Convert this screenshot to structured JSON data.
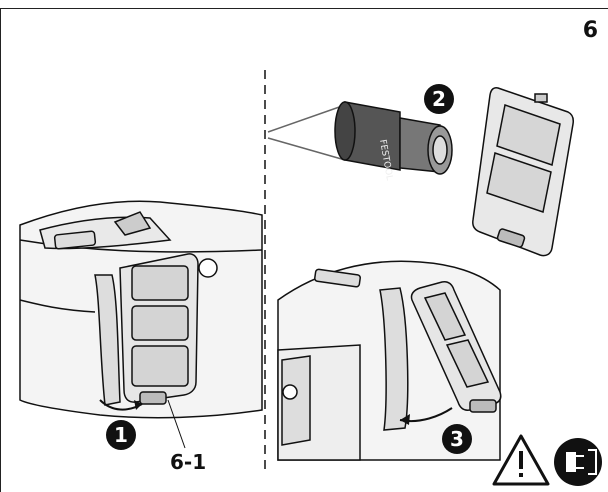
{
  "page_number": "6",
  "figure_label": "6-1",
  "steps": [
    "1",
    "2",
    "3"
  ],
  "icons": [
    "warning-triangle-icon",
    "unplug-power-icon"
  ],
  "battery_text": "FESTOOL",
  "colors": {
    "ink": "#111111",
    "panel": "#e6e6e6",
    "shade": "#cfcfcf",
    "dark": "#555555"
  }
}
